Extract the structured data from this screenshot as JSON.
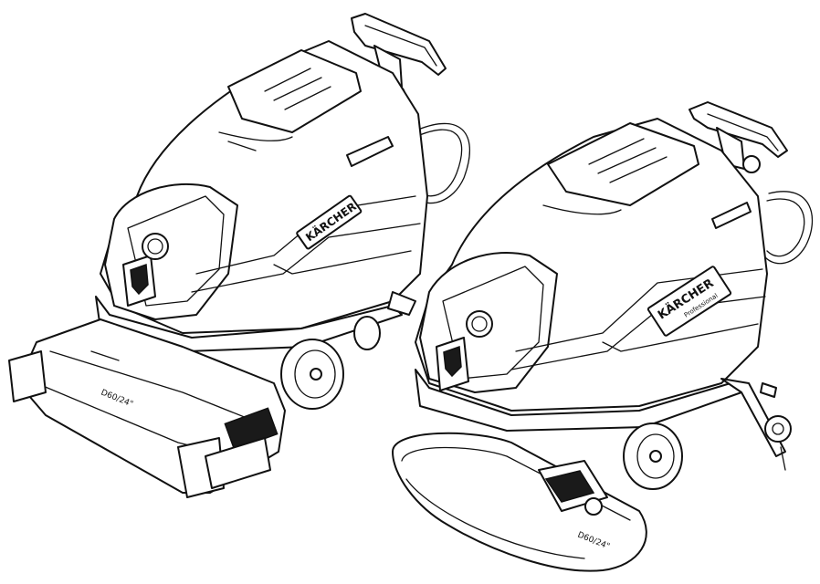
{
  "brand": {
    "left_logo": "KÄRCHER",
    "right_logo": "KÄRCHER",
    "right_sub": "Professional"
  },
  "models": {
    "left_deck_label": "D60/24\"",
    "right_deck_label": "D60/24\""
  },
  "icons": {
    "left_shield": "shield-emblem-icon",
    "right_shield": "shield-emblem-icon"
  },
  "colors": {
    "line": "#111111",
    "background": "#ffffff"
  }
}
